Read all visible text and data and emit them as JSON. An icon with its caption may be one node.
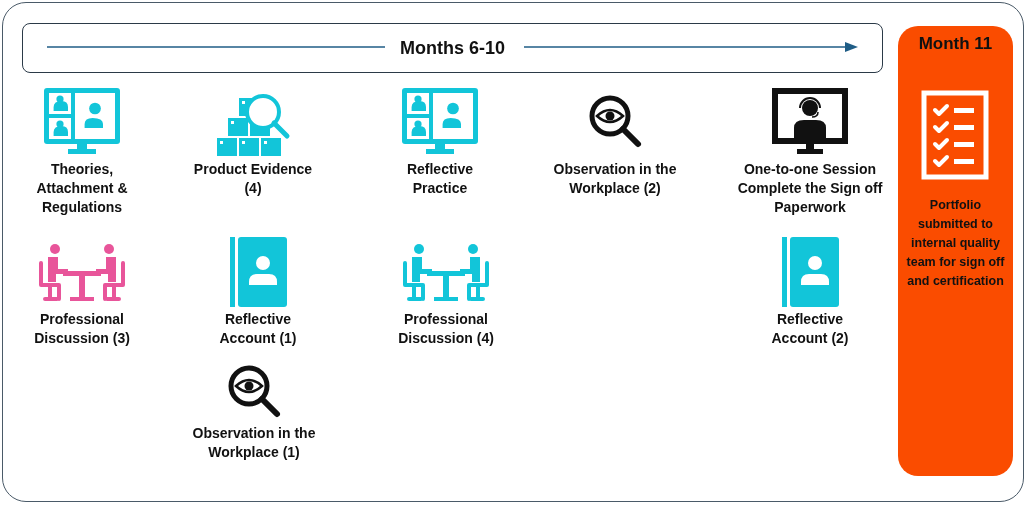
{
  "diagram": {
    "nodes": [
      {
        "text": [
          "Months 6-10"
        ]
      },
      {
        "text": [
          "Month 11",
          "Portfolio submitted to internal quality team for sign off and certification"
        ]
      }
    ],
    "labels": [
      "Theories, Attachment & Regulations",
      "Product Evidence (4)",
      "Reflective Practice",
      "Observation in the Workplace (2)",
      "One-to-one Session Complete the Sign off Paperwork",
      "Professional Discussion (3)",
      "Reflective Account (1)",
      "Professional Discussion (4)",
      "Reflective Account (2)",
      "Observation in the Workplace (1)"
    ]
  }
}
